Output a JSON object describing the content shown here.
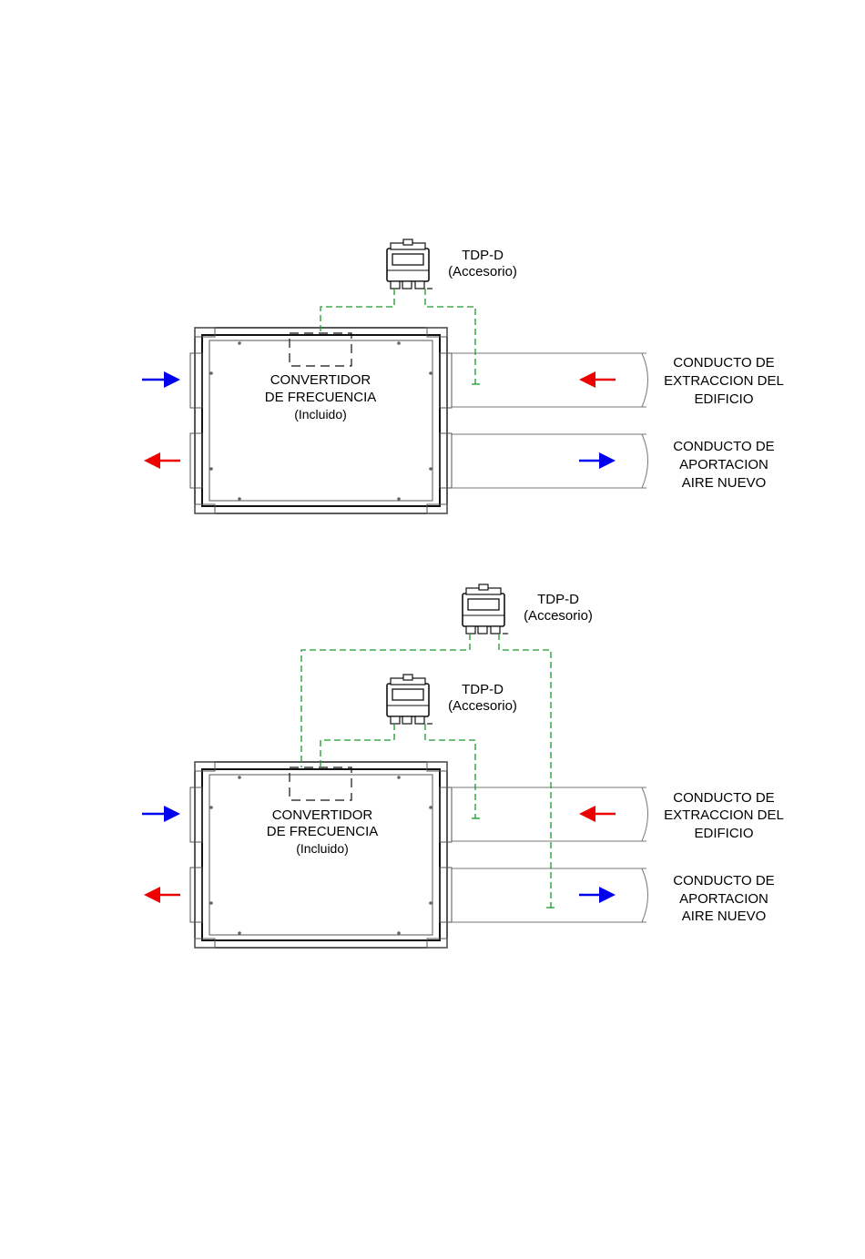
{
  "colors": {
    "supply_arrow": "#0000ee",
    "extract_arrow": "#ee0000",
    "wiring": "#1a9a2e",
    "outline": "#111111"
  },
  "diagram_top": {
    "sensor": {
      "name": "TDP-D",
      "note": "(Accesorio)"
    },
    "converter": {
      "line1": "CONVERTIDOR",
      "line2": "DE FRECUENCIA",
      "line3": "(Incluido)"
    },
    "duct_extract": {
      "line1": "CONDUCTO DE",
      "line2": "EXTRACCION DEL",
      "line3": "EDIFICIO"
    },
    "duct_supply": {
      "line1": "CONDUCTO DE",
      "line2": "APORTACION",
      "line3": "AIRE NUEVO"
    }
  },
  "diagram_bottom": {
    "sensor_upper": {
      "name": "TDP-D",
      "note": "(Accesorio)"
    },
    "sensor_lower": {
      "name": "TDP-D",
      "note": "(Accesorio)"
    },
    "converter": {
      "line1": "CONVERTIDOR",
      "line2": "DE FRECUENCIA",
      "line3": "(Incluido)"
    },
    "duct_extract": {
      "line1": "CONDUCTO DE",
      "line2": "EXTRACCION DEL",
      "line3": "EDIFICIO"
    },
    "duct_supply": {
      "line1": "CONDUCTO DE",
      "line2": "APORTACION",
      "line3": "AIRE NUEVO"
    }
  }
}
